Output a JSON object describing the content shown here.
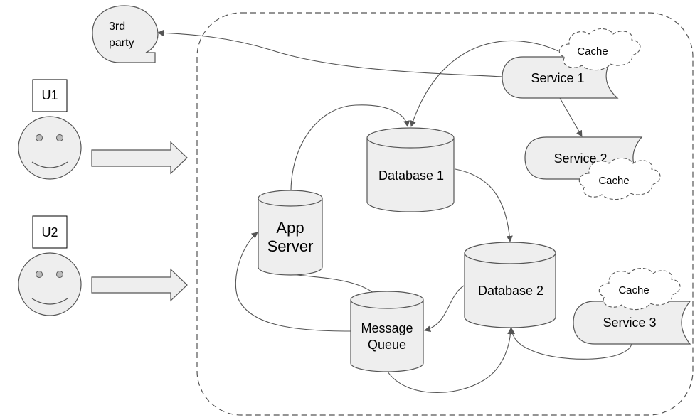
{
  "users": [
    {
      "label": "U1"
    },
    {
      "label": "U2"
    }
  ],
  "third_party": {
    "label_line1": "3rd",
    "label_line2": "party"
  },
  "app_server": {
    "label_line1": "App",
    "label_line2": "Server"
  },
  "database_1": {
    "label": "Database 1"
  },
  "database_2": {
    "label": "Database 2"
  },
  "message_queue": {
    "label_line1": "Message",
    "label_line2": "Queue"
  },
  "services": [
    {
      "label": "Service 1",
      "cache_label": "Cache"
    },
    {
      "label": "Service 2",
      "cache_label": "Cache"
    },
    {
      "label": "Service 3",
      "cache_label": "Cache"
    }
  ],
  "colors": {
    "fill": "#eeeeee",
    "stroke": "#555555",
    "text": "#000000",
    "background": "#ffffff"
  }
}
